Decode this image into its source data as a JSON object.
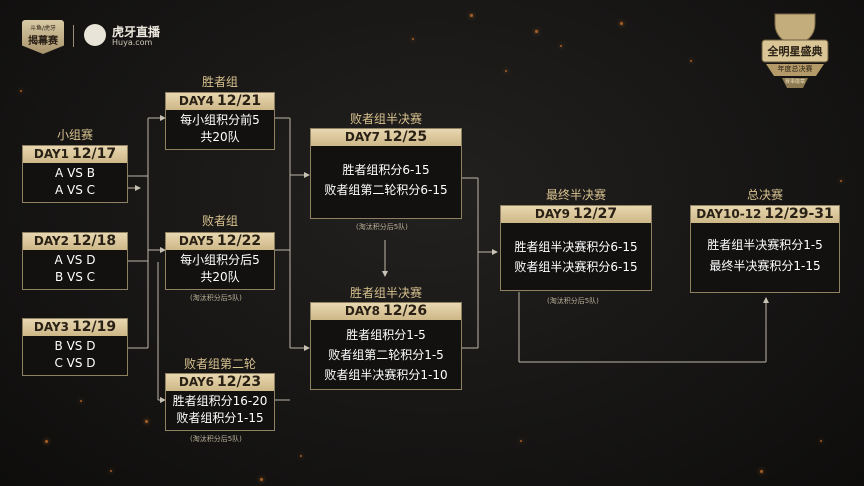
{
  "header": {
    "event_logo_top": "斗鱼/虎牙",
    "event_logo_main": "揭幕赛",
    "platform_name": "虎牙直播",
    "platform_domain": "Huya.com",
    "trophy_title": "全明星盛典",
    "trophy_subtitle": "年度总决赛",
    "trophy_small": "赛事徽章"
  },
  "sections": {
    "group": "小组赛",
    "winners": "胜者组",
    "losers": "败者组",
    "losers_r2": "败者组第二轮",
    "losers_semi": "败者组半决赛",
    "winners_semi": "胜者组半决赛",
    "final_semi": "最终半决赛",
    "grand_final": "总决赛"
  },
  "boxes": {
    "day1": {
      "day": "DAY1",
      "date": "12/17",
      "lines": [
        "A VS B",
        "A VS C"
      ]
    },
    "day2": {
      "day": "DAY2",
      "date": "12/18",
      "lines": [
        "A VS D",
        "B VS C"
      ]
    },
    "day3": {
      "day": "DAY3",
      "date": "12/19",
      "lines": [
        "B VS D",
        "C VS D"
      ]
    },
    "day4": {
      "day": "DAY4",
      "date": "12/21",
      "lines": [
        "每小组积分前5",
        "共20队"
      ]
    },
    "day5": {
      "day": "DAY5",
      "date": "12/22",
      "lines": [
        "每小组积分后5",
        "共20队"
      ]
    },
    "day6": {
      "day": "DAY6",
      "date": "12/23",
      "lines": [
        "胜者组积分16-20",
        "败者组积分1-15"
      ]
    },
    "day7": {
      "day": "DAY7",
      "date": "12/25",
      "lines": [
        "胜者组积分6-15",
        "败者组第二轮积分6-15"
      ]
    },
    "day8": {
      "day": "DAY8",
      "date": "12/26",
      "lines": [
        "胜者组积分1-5",
        "败者组第二轮积分1-5",
        "败者组半决赛积分1-10"
      ]
    },
    "day9": {
      "day": "DAY9",
      "date": "12/27",
      "lines": [
        "胜者组半决赛积分6-15",
        "败者组半决赛积分6-15"
      ]
    },
    "day10": {
      "day": "DAY10-12",
      "date": "12/29-31",
      "lines": [
        "胜者组半决赛积分1-5",
        "最终半决赛积分1-15"
      ]
    }
  },
  "notes": {
    "day5": "(淘汰积分后5队)",
    "day6": "(淘汰积分后5队)",
    "day7": "(淘汰积分后5队)",
    "day9": "(淘汰积分后5队)"
  },
  "colors": {
    "gold": "#d8c28f",
    "header_bg": "#e0cca0",
    "border": "#8f8263",
    "ember": "#d8772a"
  }
}
